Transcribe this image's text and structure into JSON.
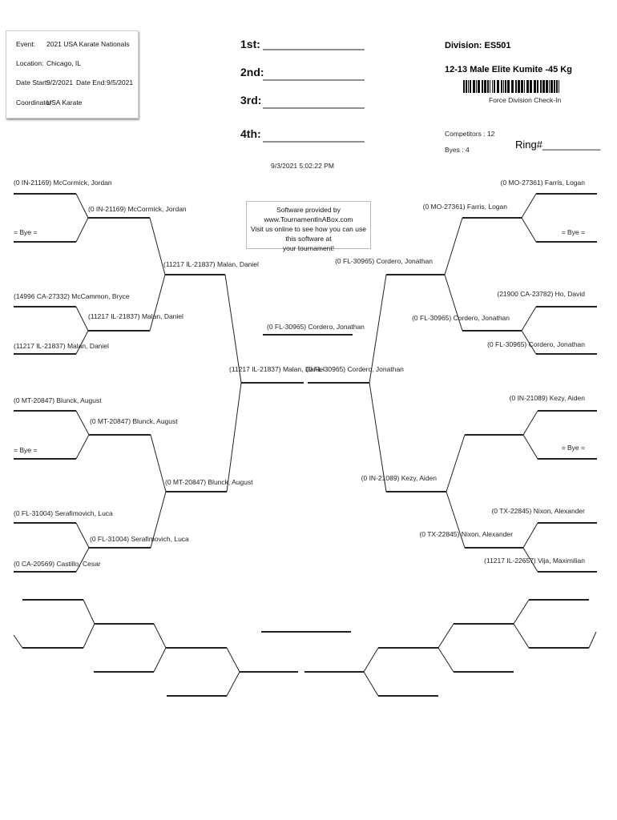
{
  "info": {
    "event_label": "Event:",
    "event": "2021 USA Karate Nationals",
    "location_label": "Location:",
    "location": "Chicago, IL",
    "date_start_label": "Date Start:",
    "date_start": "9/2/2021",
    "date_end_label": "Date End:",
    "date_end": "9/5/2021",
    "coordinator_label": "Coordinator",
    "coordinator": "USA Karate"
  },
  "places": [
    "1st:",
    "2nd:",
    "3rd:",
    "4th:"
  ],
  "division": {
    "code": "Division: ES501",
    "name": "12-13 Male Elite Kumite -45 Kg",
    "checkin": "Force Division Check-In",
    "competitors": "Competitors : 12",
    "byes": "Byes : 4",
    "ring": "Ring#__________"
  },
  "timestamp": "9/3/2021 5:02:22 PM",
  "promo": [
    "Software provided by www.TournamentInABox.com",
    "Visit us online to see how you can use this software at",
    "your tournament!"
  ],
  "champion": "(0 FL-30965) Cordero, Jonathan",
  "left": {
    "r1": [
      "(0 IN-21169) McCormick, Jordan",
      "= Bye =",
      "(14996 CA-27332) McCammon, Bryce",
      "(11217 IL-21837) Malan, Daniel",
      "(0 MT-20847) Blunck, August",
      "= Bye =",
      "(0 FL-31004) Serafimovich, Luca",
      "(0 CA-20569) Castillo, Cesar"
    ],
    "r2": [
      "(0 IN-21169) McCormick, Jordan",
      "(11217 IL-21837) Malan, Daniel",
      "(0 MT-20847) Blunck, August",
      "(0 FL-31004) Serafimovich, Luca"
    ],
    "r3": [
      "(11217 IL-21837) Malan, Daniel",
      "(0 MT-20847) Blunck, August"
    ],
    "final": "(11217 IL-21837) Malan, Daniel"
  },
  "right": {
    "r1": [
      "(0 MO-27361) Farris, Logan",
      "= Bye =",
      "(21900 CA-23782) Ho, David",
      "(0 FL-30965) Cordero, Jonathan",
      "(0 IN-21089) Kezy, Aiden",
      "= Bye =",
      "(0 TX-22845) Nixon, Alexander",
      "(11217 IL-22657) Vija, Maximilian"
    ],
    "r2": [
      "(0 MO-27361) Farris, Logan",
      "(0 FL-30965) Cordero, Jonathan",
      "",
      "(0 TX-22845) Nixon, Alexander"
    ],
    "r3": [
      "(0 FL-30965) Cordero, Jonathan",
      "(0 IN-21089) Kezy, Aiden"
    ],
    "final": "(0 FL-30965) Cordero, Jonathan"
  }
}
